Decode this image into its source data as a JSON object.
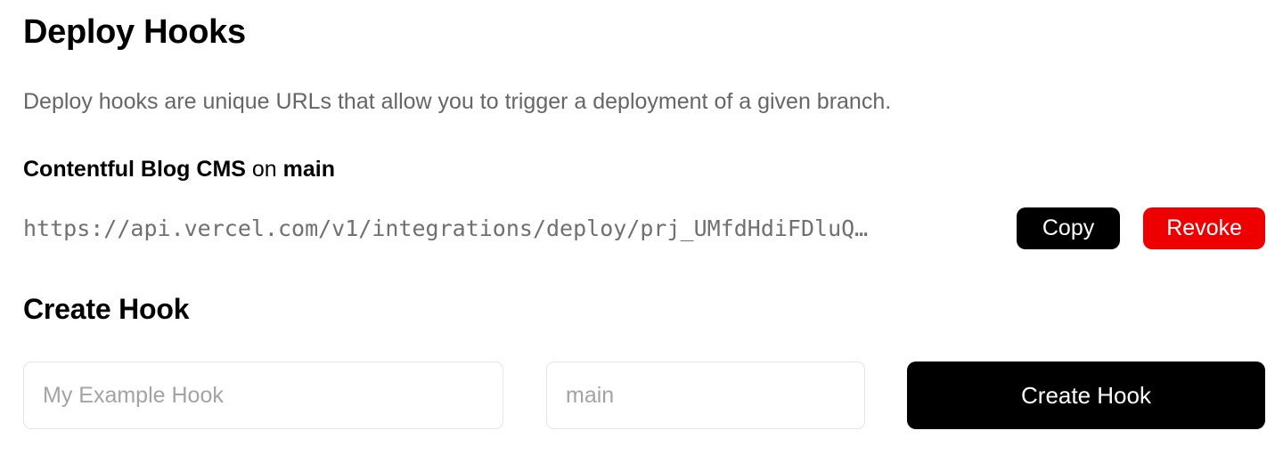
{
  "page": {
    "title": "Deploy Hooks",
    "description": "Deploy hooks are unique URLs that allow you to trigger a deployment of a given branch."
  },
  "hook": {
    "name": "Contentful Blog CMS",
    "on_label": " on ",
    "branch": "main",
    "url": "https://api.vercel.com/v1/integrations/deploy/prj_UMfdHdiFDluQ…",
    "copy_label": "Copy",
    "revoke_label": "Revoke"
  },
  "create": {
    "heading": "Create Hook",
    "name_placeholder": "My Example Hook",
    "branch_placeholder": "main",
    "submit_label": "Create Hook"
  },
  "colors": {
    "accent_black": "#000000",
    "danger_red": "#ee0000",
    "secondary_text": "#666666",
    "url_text": "#707070",
    "placeholder_text": "#a3a3a3",
    "input_border": "#e6e6e6"
  }
}
